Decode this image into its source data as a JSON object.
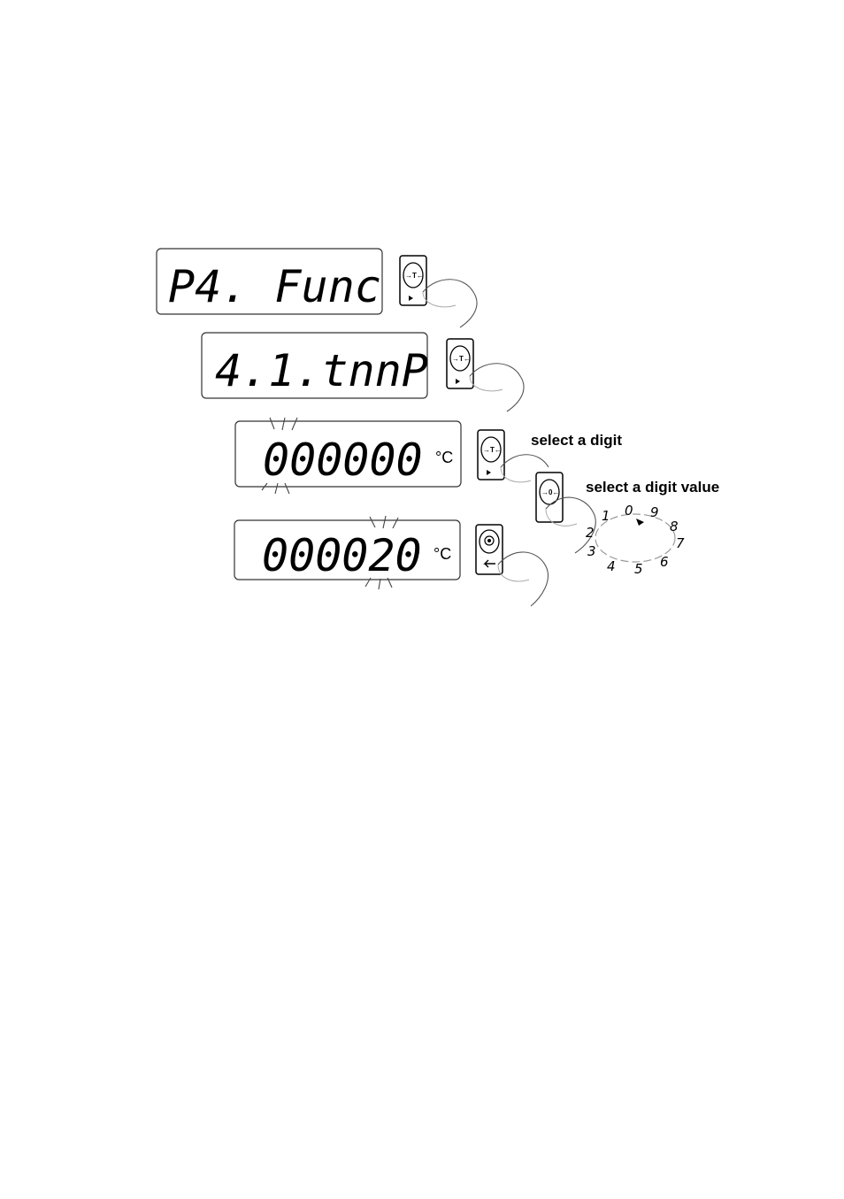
{
  "displays": [
    {
      "id": "p4",
      "text": "P4. Func",
      "unit": ""
    },
    {
      "id": "41",
      "text": "4.1.tnnP",
      "unit": ""
    },
    {
      "id": "select",
      "text": "000000",
      "unit": "°C"
    },
    {
      "id": "value",
      "text": "000020",
      "unit": "°C"
    }
  ],
  "keys": {
    "tare": "→T←",
    "zero": "→0←"
  },
  "labels": {
    "select_digit": "select a digit",
    "select_value": "select a digit value"
  },
  "dial_digits": [
    "0",
    "9",
    "8",
    "7",
    "6",
    "5",
    "4",
    "3",
    "2",
    "1"
  ]
}
